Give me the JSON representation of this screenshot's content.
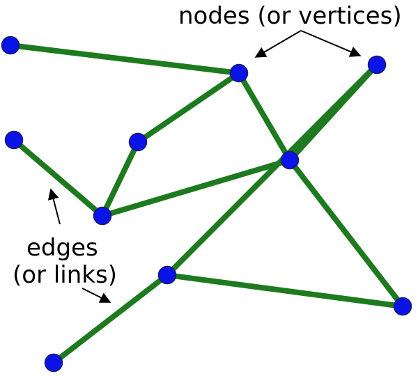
{
  "colors": {
    "edge": "#1e7a1e",
    "node": "#0a14e6",
    "text": "#000000",
    "background": "#ffffff"
  },
  "labels": {
    "nodes_line1": "nodes (or vertices)",
    "edges_line1": "edges",
    "edges_line2": "(or links)"
  },
  "graph": {
    "nodes": [
      "n1",
      "n2",
      "n3",
      "n4",
      "n5",
      "n6",
      "n7",
      "n8",
      "n9",
      "n10",
      "n11"
    ],
    "edges": [
      [
        "n1",
        "n2"
      ],
      [
        "n2",
        "n4"
      ],
      [
        "n2",
        "n6"
      ],
      [
        "n4",
        "n5"
      ],
      [
        "n3",
        "n5"
      ],
      [
        "n5",
        "n6"
      ],
      [
        "n6",
        "n9"
      ],
      [
        "n6",
        "n10"
      ],
      [
        "n6",
        "n11"
      ],
      [
        "n7",
        "n9"
      ],
      [
        "n7",
        "n8"
      ],
      [
        "n7",
        "n10"
      ]
    ]
  }
}
